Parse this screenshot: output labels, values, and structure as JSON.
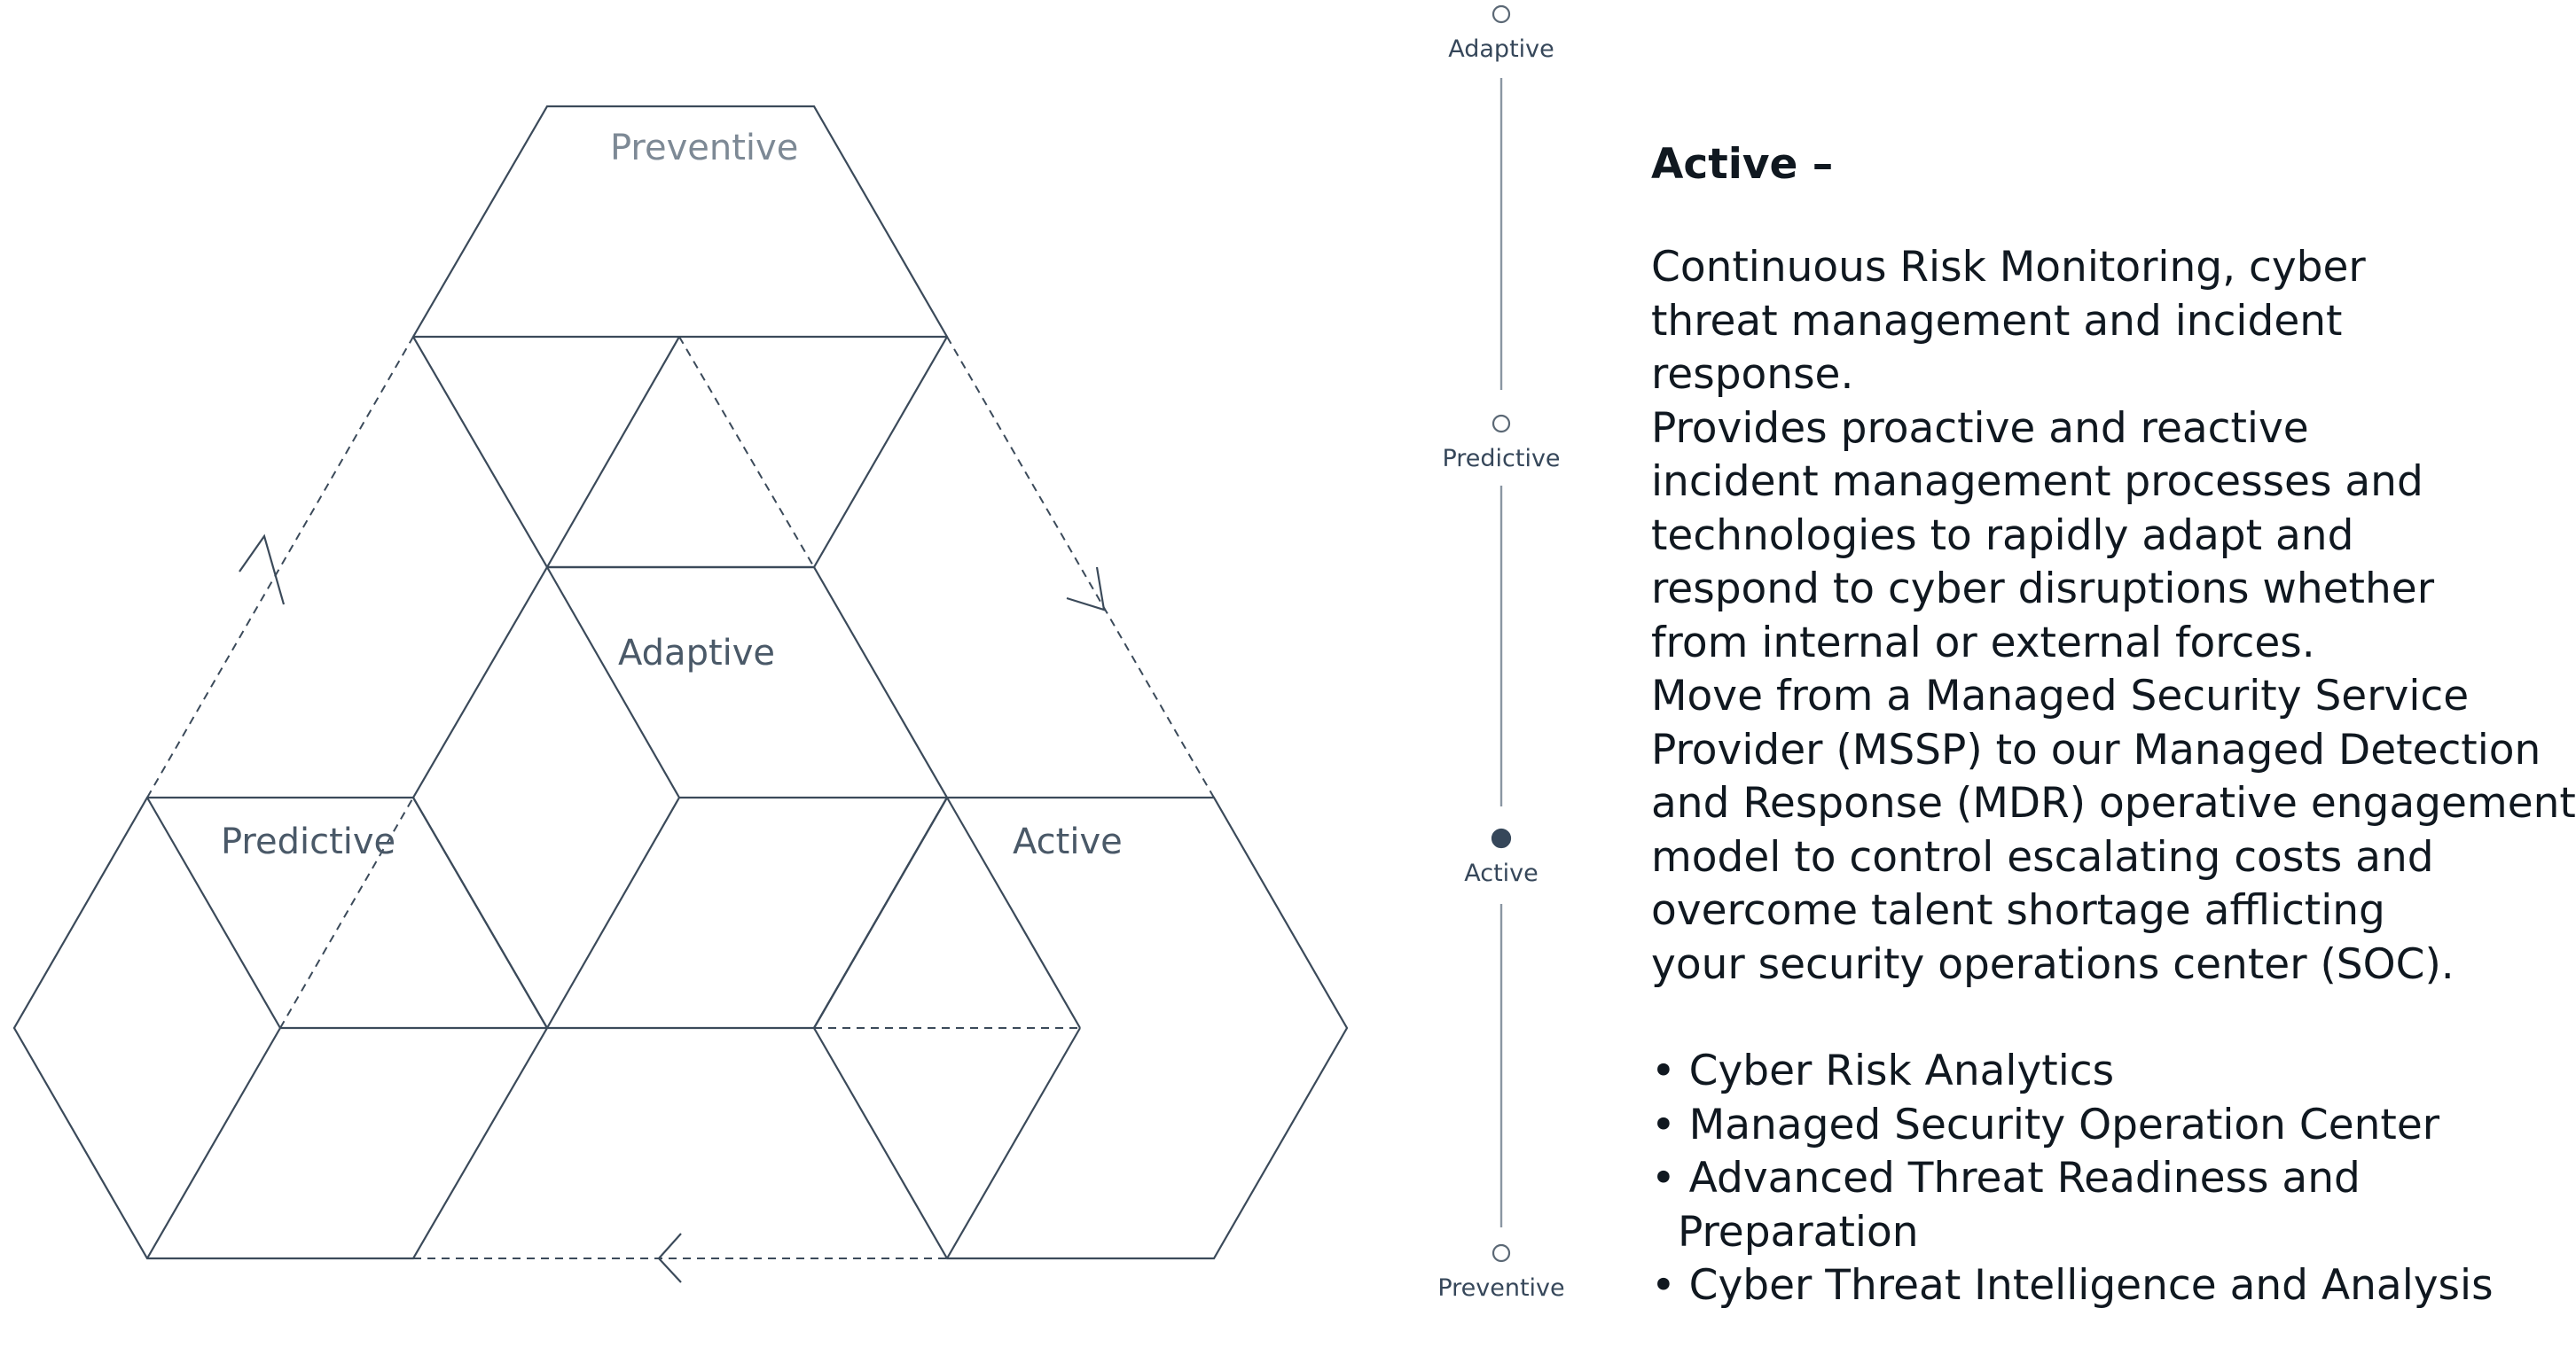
{
  "diagram": {
    "labels": {
      "preventive": "Preventive",
      "adaptive": "Adaptive",
      "predictive": "Predictive",
      "active": "Active"
    }
  },
  "timeline": {
    "nodes": [
      {
        "label": "Adaptive",
        "active": false
      },
      {
        "label": "Predictive",
        "active": false
      },
      {
        "label": "Active",
        "active": true
      },
      {
        "label": "Preventive",
        "active": false
      }
    ]
  },
  "panel": {
    "heading": "Active –",
    "description_lines": [
      "Continuous Risk Monitoring, cyber",
      "threat management and incident",
      "response.",
      "Provides proactive and reactive",
      "incident management processes and",
      "technologies to rapidly adapt and",
      "respond to cyber disruptions whether",
      "from internal or external forces.",
      "Move from a Managed Security Service",
      "Provider (MSSP) to our Managed Detection",
      "and Response (MDR) operative engagement",
      "model to control escalating costs and",
      "overcome talent shortage afflicting",
      "your security operations center (SOC)."
    ],
    "bullets": [
      {
        "lines": [
          "• Cyber Risk Analytics"
        ]
      },
      {
        "lines": [
          "• Managed Security Operation Center"
        ]
      },
      {
        "lines": [
          "• Advanced Threat Readiness and",
          "Preparation"
        ]
      },
      {
        "lines": [
          "• Cyber Threat Intelligence and Analysis"
        ]
      }
    ]
  }
}
